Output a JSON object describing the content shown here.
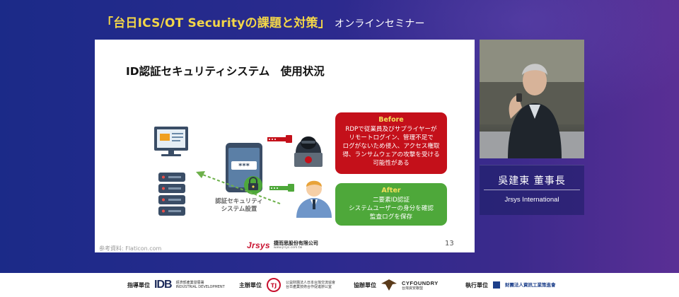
{
  "header": {
    "title": "「台日ICS/OT Securityの課題と対策」",
    "subtitle": "オンラインセミナー"
  },
  "slide": {
    "title": "ID認証セキュリティシステム　使用状況",
    "before": {
      "heading": "Before",
      "lines": [
        "RDPで従業員及びサプライヤーが",
        "リモートログイン、管理不足で",
        "ログがないため侵入、アクセス権取",
        "得、ランサムウェアの攻撃を受ける",
        "可能性がある"
      ]
    },
    "after": {
      "heading": "After",
      "lines": [
        "二要素ID認証",
        "システムユーザーの身分を確認",
        "監査ログを保存"
      ]
    },
    "auth_label_line1": "認証セキュリティ",
    "auth_label_line2": "システム設置",
    "password_mask": "***",
    "source": "参考資料: Flaticon.com",
    "page_number": "13",
    "logo": {
      "mark": "Jrsys",
      "name": "捷而思股份有限公司",
      "url": "www.jrsys.com.tw"
    }
  },
  "presenter": {
    "name": "吳建東 董事長",
    "org": "Jrsys International"
  },
  "footer": {
    "advisor_label": "指導單位",
    "advisor_logo": "IDB",
    "advisor_text1": "經濟部產業發展署",
    "advisor_text2": "INDUSTRIAL DEVELOPMENT",
    "organizer_label": "主辦單位",
    "organizer_text1": "公益財團法人日本台灣交流協會",
    "organizer_text2": "台日產業技術合作促進辦公室",
    "co_label": "協辦單位",
    "co_logo": "CYFOUNDRY",
    "co_text": "台灣資安聯盟",
    "exec_label": "執行單位",
    "exec_text": "財團法人資訊工業策進會"
  },
  "colors": {
    "title_yellow": "#f3d648",
    "before_red": "#c4101a",
    "after_green": "#4ea83a",
    "brand_red": "#c8102e"
  }
}
